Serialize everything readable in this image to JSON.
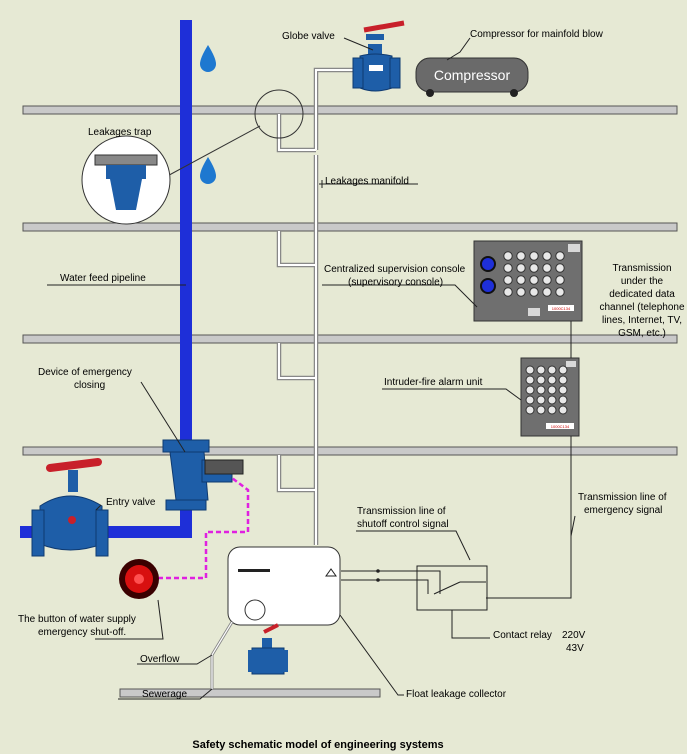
{
  "title": "Safety schematic model of engineering systems",
  "labels": {
    "globe_valve": "Globe valve",
    "compressor_caption": "Compressor for mainfold blow",
    "compressor_text": "Compressor",
    "leakages_trap": "Leakages trap",
    "leakages_manifold": "Leakages manifold",
    "water_feed": "Water feed pipeline",
    "console_1": "Centralized supervision console",
    "console_2": "(supervisory console)",
    "transmission": [
      "Transmission",
      "under the",
      "dedicated data",
      "channel (telephone",
      "lines, Internet, TV,",
      "GSM, etc.)"
    ],
    "device_1": "Device of emergency",
    "device_2": "closing",
    "intruder": "Intruder-fire alarm unit",
    "entry_valve": "Entry valve",
    "shutoff_1": "Transmission line of",
    "shutoff_2": "shutoff control signal",
    "emergency_1": "Transmission line of",
    "emergency_2": "emergency signal",
    "button_1": "The button of water supply",
    "button_2": "emergency shut-off.",
    "contact_relay": "Contact relay",
    "v220": "220V",
    "v43": "43V",
    "overflow": "Overflow",
    "sewerage": "Sewerage",
    "float_collector": "Float leakage collector",
    "panel_tag": "1000С134"
  },
  "colors": {
    "background": "#e6e9d4",
    "water_pipe": "#1e2fd8",
    "pink_line": "#e020e0",
    "panel": "#6f6f6f",
    "valve_blue": "#1e5ea8",
    "valve_red": "#c8202a",
    "button_red": "#d81010",
    "drop": "#1e78d0"
  },
  "icons": [
    "water-drop-icon",
    "globe-valve-icon",
    "compressor-icon",
    "leakage-trap-icon",
    "emergency-valve-icon",
    "shutoff-button-icon"
  ]
}
